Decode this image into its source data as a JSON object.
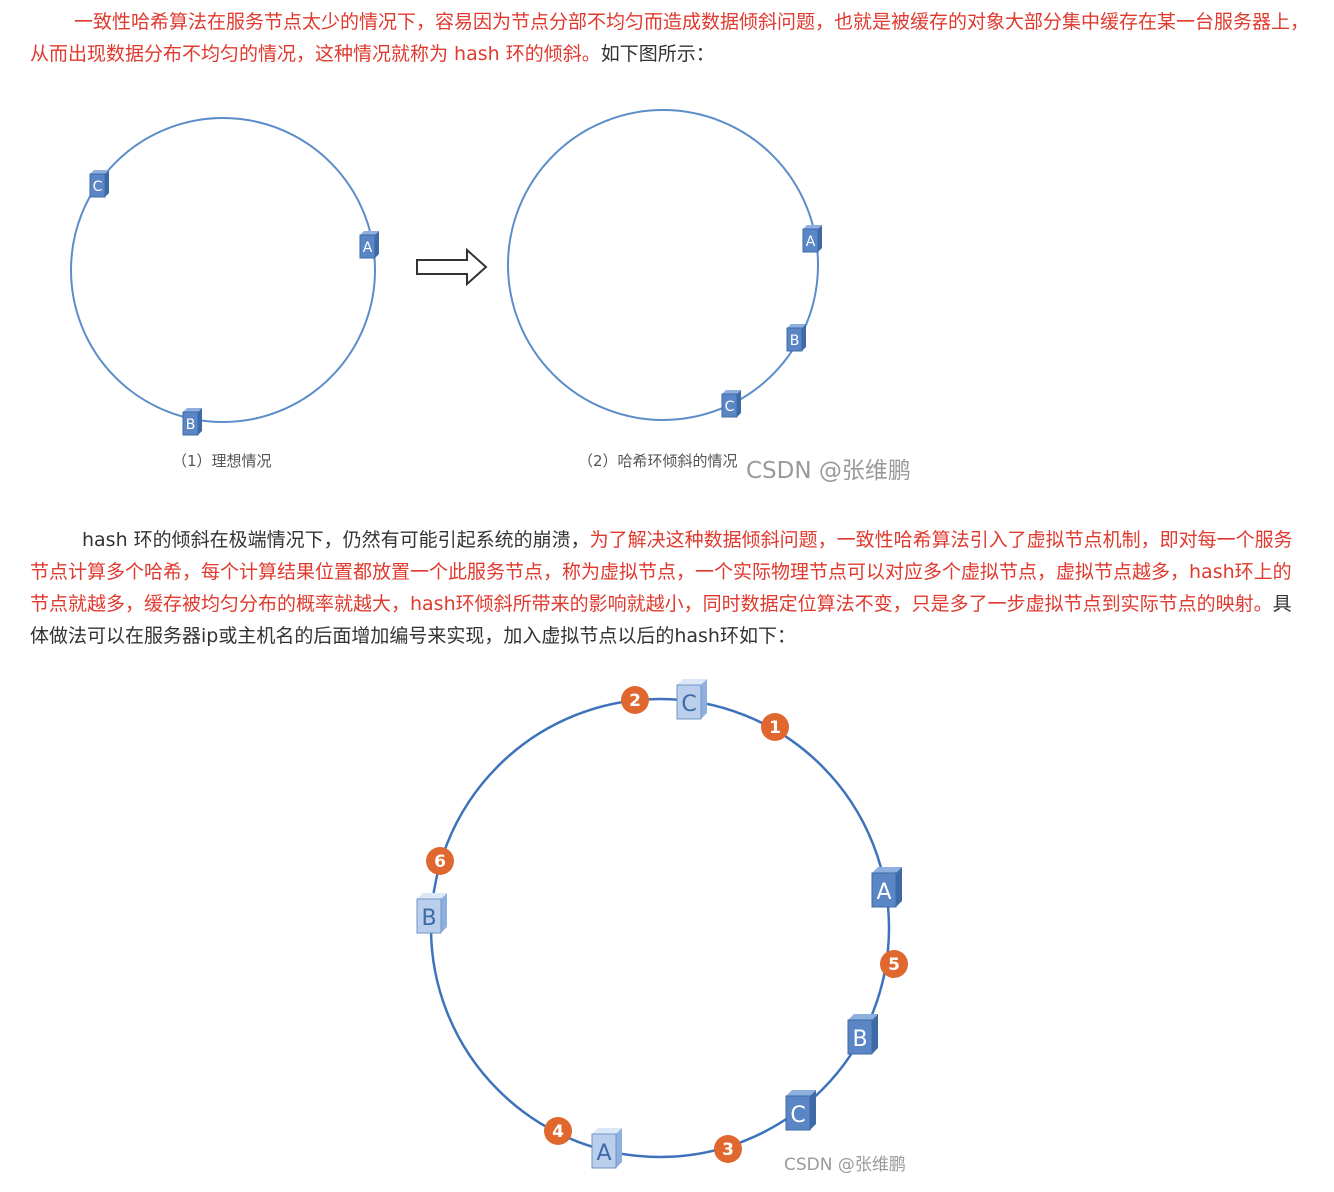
{
  "paragraph1": {
    "red_part": "一致性哈希算法在服务节点太少的情况下，容易因为节点分部不均匀而造成数据倾斜问题，也就是被缓存的对象大部分集中缓存在某一台服务器上，从而出现数据分布不均匀的情况，这种情况就称为 hash 环的倾斜。",
    "dark_part": "如下图所示："
  },
  "figure1": {
    "left_caption": "（1）理想情况",
    "right_caption": "（2）哈希环倾斜的情况",
    "watermark": "CSDN @张维鹏",
    "left_nodes": [
      "C",
      "A",
      "B"
    ],
    "right_nodes": [
      "A",
      "B",
      "C"
    ]
  },
  "paragraph2": {
    "dark_part1": "hash 环的倾斜在极端情况下，仍然有可能引起系统的崩溃，",
    "red_part": "为了解决这种数据倾斜问题，一致性哈希算法引入了虚拟节点机制，即对每一个服务节点计算多个哈希，每个计算结果位置都放置一个此服务节点，称为虚拟节点，一个实际物理节点可以对应多个虚拟节点，虚拟节点越多，hash环上的节点就越多，缓存被均匀分布的概率就越大，hash环倾斜所带来的影响就越小，同时数据定位算法不变，只是多了一步虚拟节点到实际节点的映射。",
    "dark_part2": "具体做法可以在服务器ip或主机名的后面增加编号来实现，加入虚拟节点以后的hash环如下："
  },
  "figure2": {
    "watermark": "CSDN @张维鹏",
    "nodes": [
      "C",
      "A",
      "B",
      "C",
      "A",
      "B"
    ],
    "badges": [
      "1",
      "2",
      "3",
      "4",
      "5",
      "6"
    ]
  },
  "colors": {
    "red_text": "#e03a2f",
    "ring": "#5b8dc9",
    "node": "#5b86c5",
    "virtual_node": "#b9cfec",
    "badge": "#e0672e"
  }
}
